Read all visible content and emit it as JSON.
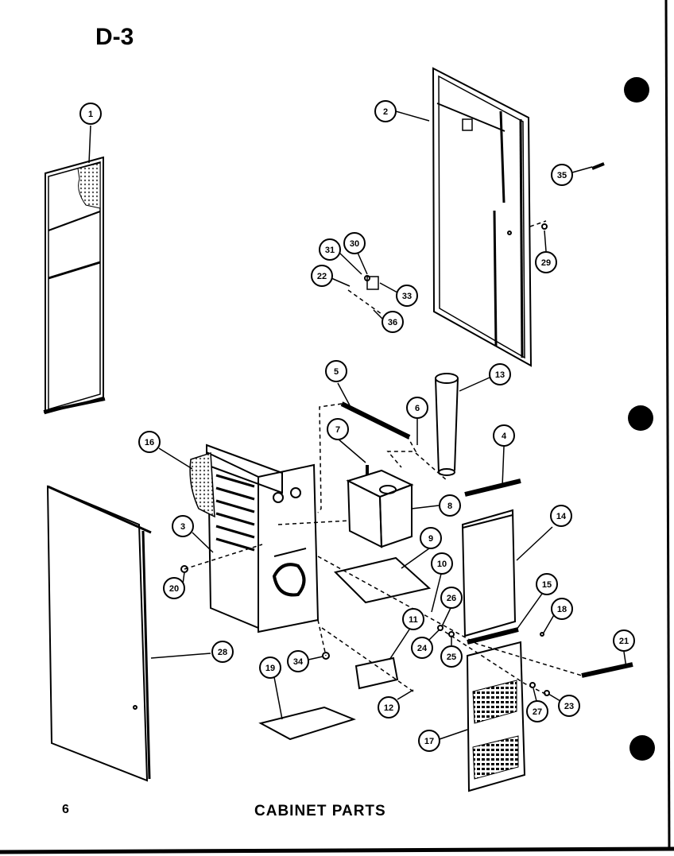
{
  "page": {
    "code": "D-3",
    "number": "6",
    "caption": "CABINET PARTS"
  },
  "callouts": [
    "1",
    "2",
    "3",
    "4",
    "5",
    "6",
    "7",
    "8",
    "9",
    "10",
    "11",
    "12",
    "13",
    "14",
    "15",
    "16",
    "17",
    "18",
    "19",
    "20",
    "21",
    "22",
    "23",
    "24",
    "25",
    "26",
    "27",
    "28",
    "29",
    "30",
    "31",
    "33",
    "34",
    "35",
    "36"
  ],
  "colors": {
    "ink": "#000000",
    "paper": "#ffffff",
    "insulation": "#888888"
  }
}
